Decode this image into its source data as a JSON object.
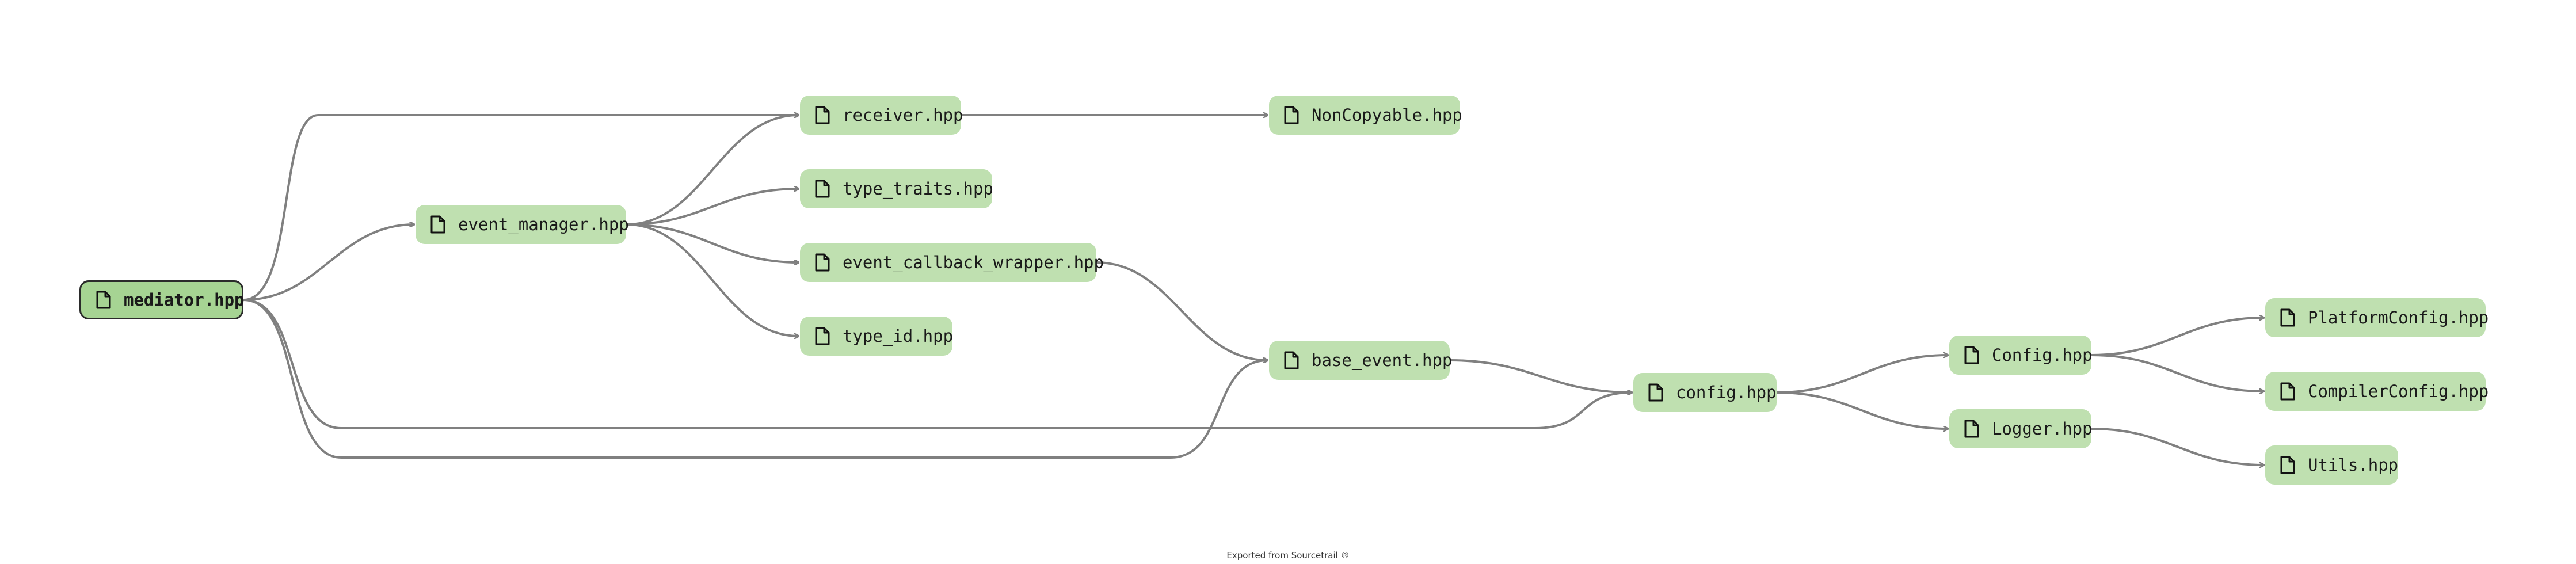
{
  "nodes": {
    "mediator": "mediator.hpp",
    "event_manager": "event_manager.hpp",
    "receiver": "receiver.hpp",
    "type_traits": "type_traits.hpp",
    "event_callback_wrapper": "event_callback_wrapper.hpp",
    "type_id": "type_id.hpp",
    "noncopyable": "NonCopyable.hpp",
    "base_event": "base_event.hpp",
    "config": "config.hpp",
    "config_cap": "Config.hpp",
    "logger": "Logger.hpp",
    "platform_config": "PlatformConfig.hpp",
    "compiler_config": "CompilerConfig.hpp",
    "utils": "Utils.hpp"
  },
  "edges": [
    [
      "mediator",
      "receiver"
    ],
    [
      "mediator",
      "event_manager"
    ],
    [
      "mediator",
      "config"
    ],
    [
      "mediator",
      "base_event"
    ],
    [
      "event_manager",
      "receiver"
    ],
    [
      "event_manager",
      "type_traits"
    ],
    [
      "event_manager",
      "event_callback_wrapper"
    ],
    [
      "event_manager",
      "type_id"
    ],
    [
      "receiver",
      "noncopyable"
    ],
    [
      "event_callback_wrapper",
      "base_event"
    ],
    [
      "base_event",
      "config"
    ],
    [
      "config",
      "config_cap"
    ],
    [
      "config",
      "logger"
    ],
    [
      "config_cap",
      "platform_config"
    ],
    [
      "config_cap",
      "compiler_config"
    ],
    [
      "logger",
      "utils"
    ]
  ],
  "colors": {
    "node": "#bfe0b0",
    "root": "#a6d493",
    "edge": "#808080"
  },
  "footer": "Exported from Sourcetrail ®"
}
